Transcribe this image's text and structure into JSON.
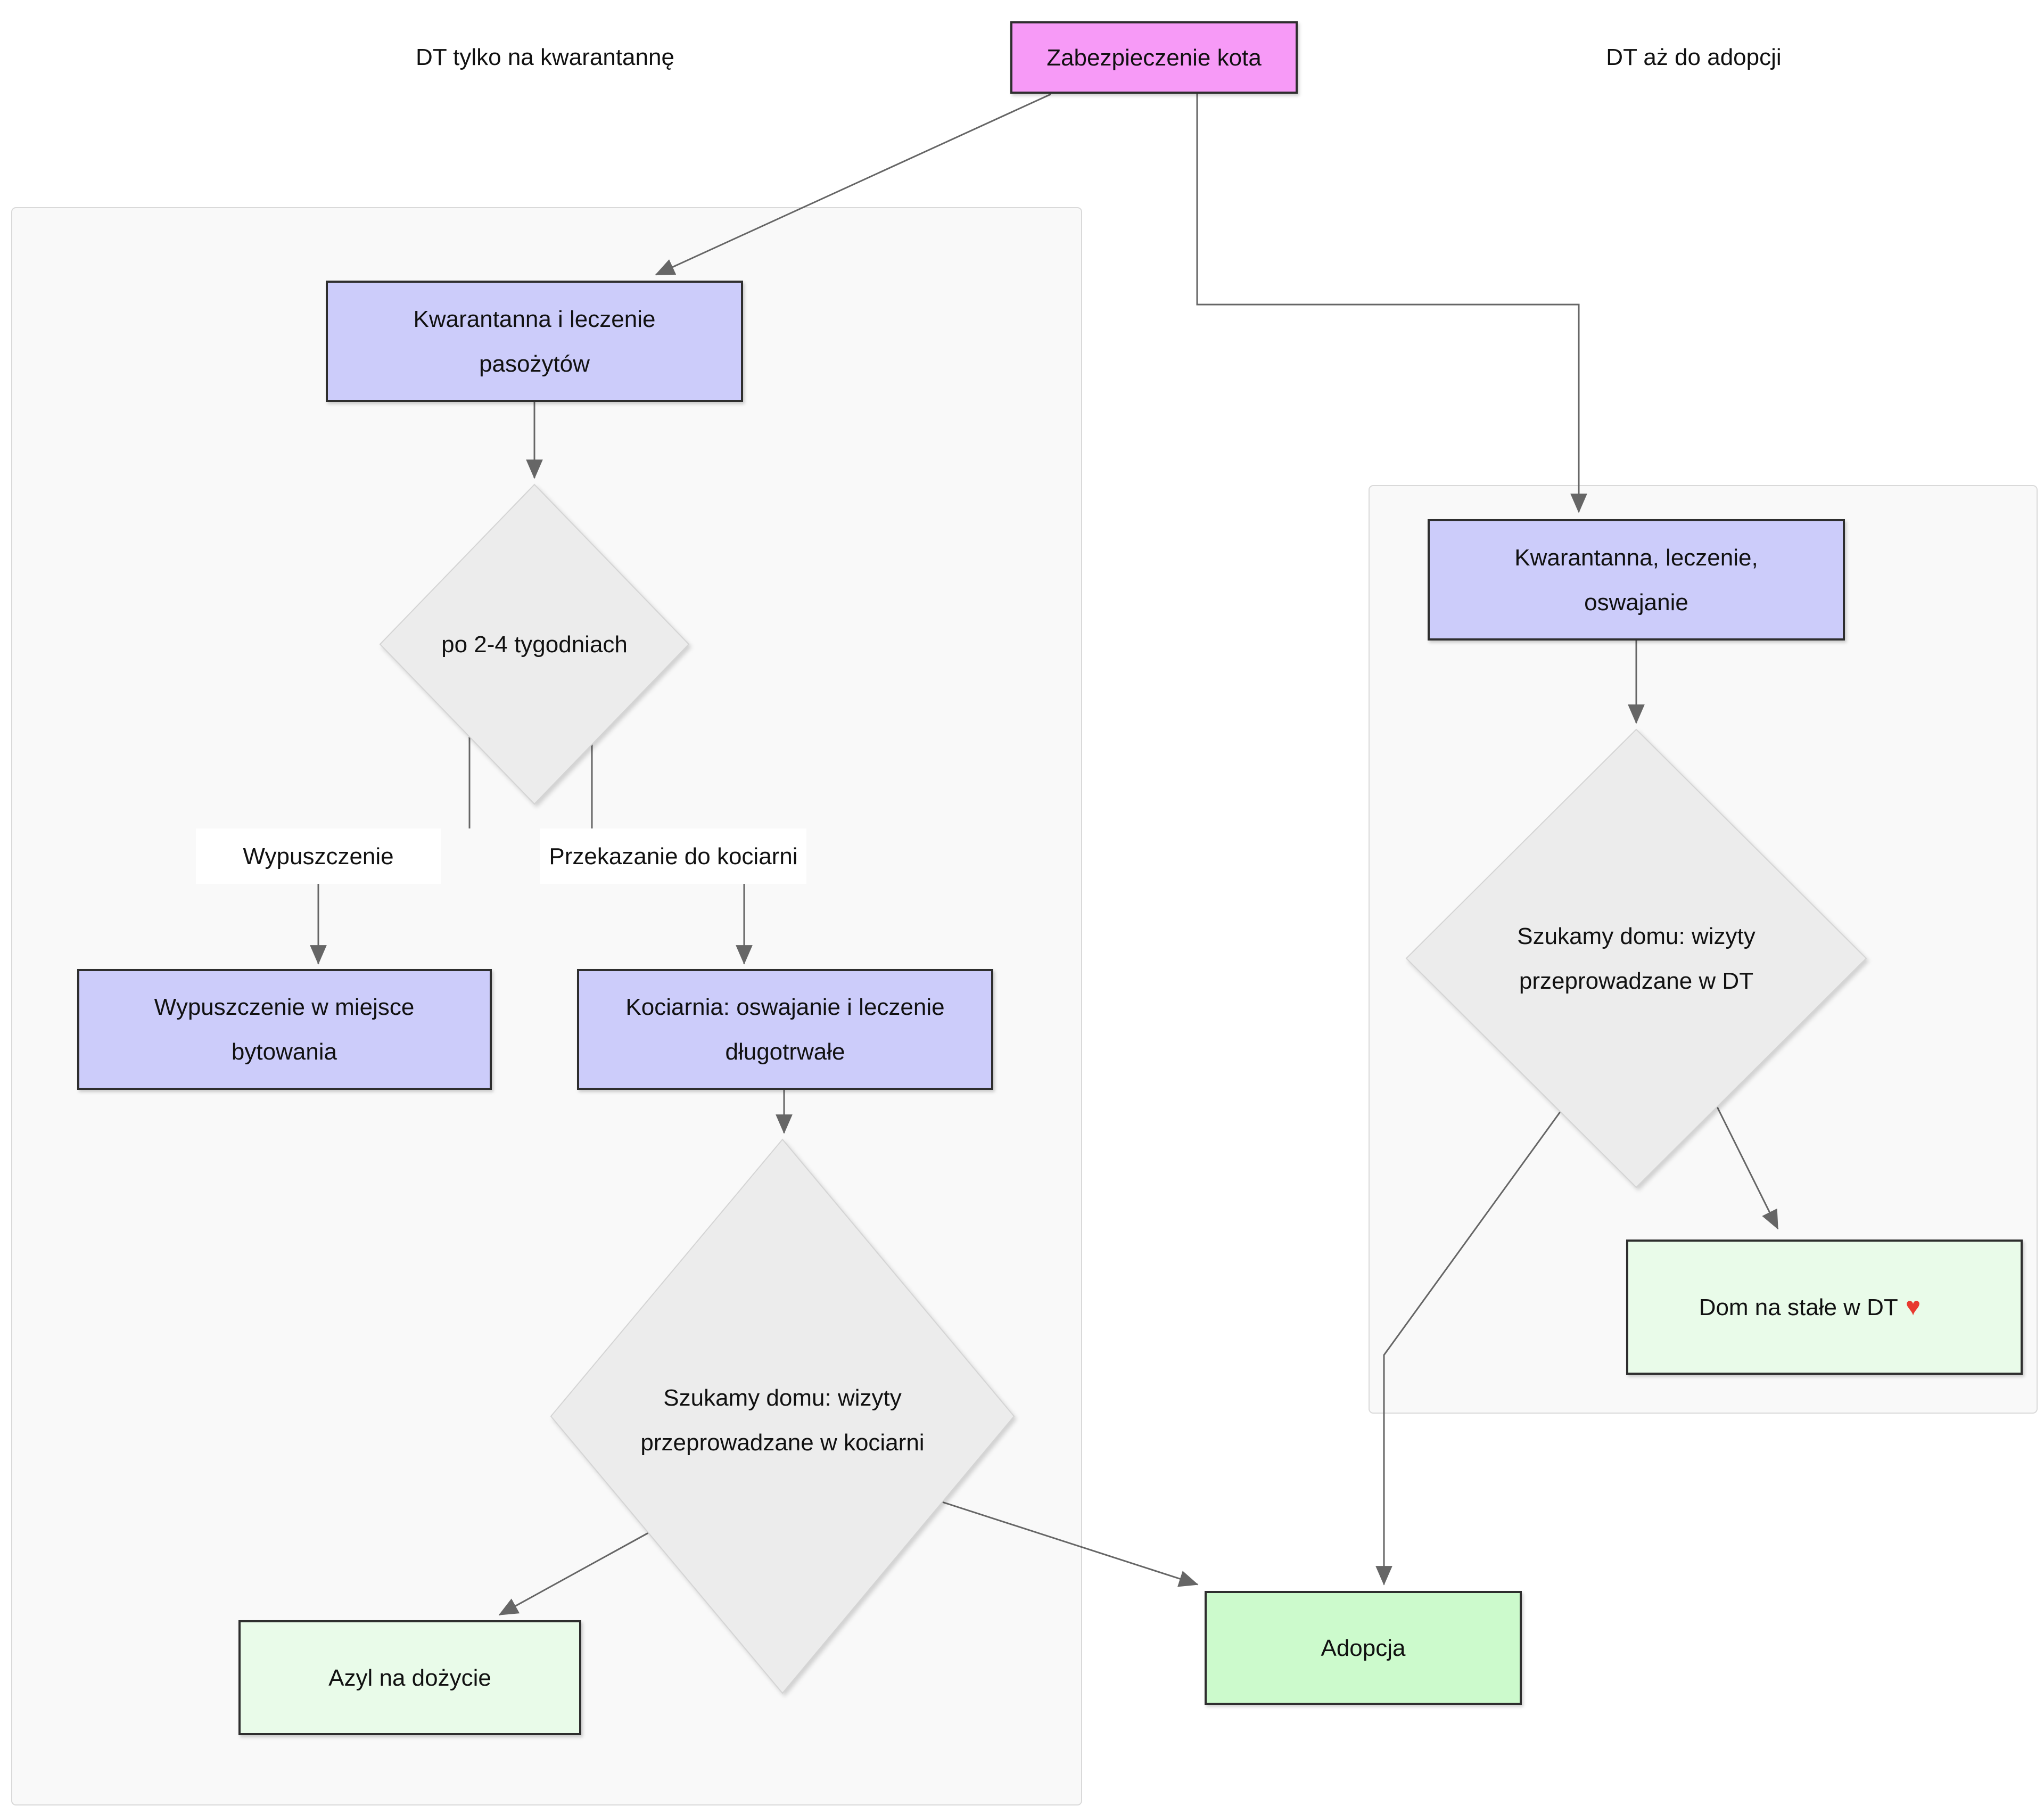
{
  "diagram": {
    "type": "flowchart",
    "branch_labels": {
      "left": "DT tylko na kwarantannę",
      "right": "DT aż do adopcji"
    },
    "nodes": {
      "secure": {
        "label": "Zabezpieczenie kota"
      },
      "quarantine_left": {
        "line1": "Kwarantanna i leczenie",
        "line2": "pasożytów"
      },
      "decision_weeks": {
        "label": "po 2-4 tygodniach"
      },
      "release_site": {
        "line1": "Wypuszczenie w miejsce",
        "line2": "bytowania"
      },
      "catroom": {
        "line1": "Kociarnia: oswajanie i leczenie",
        "line2": "długotrwałe"
      },
      "search_catroom": {
        "line1": "Szukamy domu: wizyty",
        "line2": "przeprowadzane w kociarni"
      },
      "asylum": {
        "label": "Azyl na dożycie"
      },
      "adoption": {
        "label": "Adopcja"
      },
      "quarantine_right": {
        "line1": "Kwarantanna, leczenie,",
        "line2": "oswajanie"
      },
      "search_dt": {
        "line1": "Szukamy domu: wizyty",
        "line2": "przeprowadzane w DT"
      },
      "home_dt": {
        "label": "Dom na stałe w DT",
        "heart": "♥"
      }
    },
    "edge_labels": {
      "release": "Wypuszczenie",
      "transfer": "Przekazanie do kociarni"
    },
    "colors": {
      "start_node": "#f79af7",
      "process_node": "#ccccfa",
      "decision_node": "#ececec",
      "outcome_soft": "#e9fbe9",
      "outcome_strong": "#ccfacc",
      "node_border": "#2e2e2e",
      "edge": "#666666",
      "subgraph_fill": "#f9f9f9",
      "subgraph_border": "#d9d9d9",
      "heart": "#e8392f"
    }
  }
}
